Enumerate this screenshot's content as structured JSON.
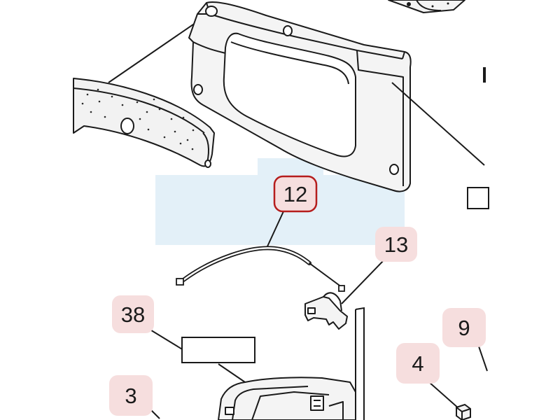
{
  "diagram": {
    "callouts": [
      {
        "id": "c12",
        "label": "12",
        "selected": true
      },
      {
        "id": "c13",
        "label": "13",
        "selected": false
      },
      {
        "id": "c38",
        "label": "38",
        "selected": false
      },
      {
        "id": "c9",
        "label": "9",
        "selected": false
      },
      {
        "id": "c4",
        "label": "4",
        "selected": false
      },
      {
        "id": "c3",
        "label": "3",
        "selected": false
      }
    ],
    "colors": {
      "callout_fill": "#f6dede",
      "callout_selected_border": "#b51d1d",
      "line_art": "#1a1a1a",
      "part_fill": "#f4f4f4",
      "watermark": "#e1eff7"
    }
  }
}
